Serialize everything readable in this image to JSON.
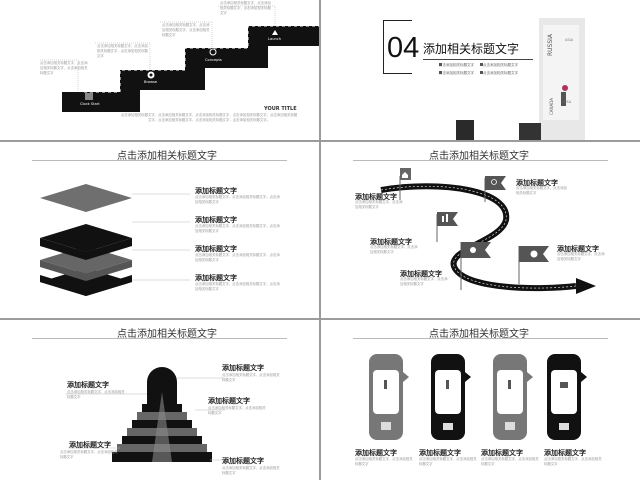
{
  "placeholder_para": "点击添加相关标题文字，点击添加相关标题文字，点击添加相关标题文字",
  "slide1": {
    "labels": [
      "Clock Start",
      "Browse",
      "Concepts",
      "Launch"
    ],
    "your_title": "YOUR TITLE",
    "body": "点击添加相关标题文字，点击添加相关标题文字，点击添加相关标题文字，点击添加相关标题文字，点击添加相关标题文字，点击添加相关标题文字，点击添加相关标题文字，点击添加相关标题文字。"
  },
  "slide2": {
    "number": "04",
    "title": "添加相关标题文字",
    "items": [
      "点击添加相关标题文字",
      "点击添加相关标题文字",
      "点击添加相关标题文字",
      "点击添加相关标题文字"
    ],
    "poster_words": [
      "RUSSIA",
      "CANADA",
      "USA",
      "ASIA"
    ]
  },
  "slide3": {
    "title": "点击添加相关标题文字",
    "items": [
      {
        "heading": "添加标题文字",
        "text": "点击添加相关标题文字，点击添加相关标题文字，点击添加相关标题文字"
      },
      {
        "heading": "添加标题文字",
        "text": "点击添加相关标题文字，点击添加相关标题文字，点击添加相关标题文字"
      },
      {
        "heading": "添加标题文字",
        "text": "点击添加相关标题文字，点击添加相关标题文字，点击添加相关标题文字"
      },
      {
        "heading": "添加标题文字",
        "text": "点击添加相关标题文字，点击添加相关标题文字，点击添加相关标题文字"
      }
    ]
  },
  "slide4": {
    "title": "点击添加相关标题文字",
    "items": [
      {
        "heading": "添加标题文字",
        "text": "点击添加相关标题文字，点击添加相关标题文字"
      },
      {
        "heading": "添加标题文字",
        "text": "点击添加相关标题文字，点击添加相关标题文字"
      },
      {
        "heading": "添加标题文字",
        "text": "点击添加相关标题文字，点击添加相关标题文字"
      },
      {
        "heading": "添加标题文字",
        "text": "点击添加相关标题文字，点击添加相关标题文字"
      },
      {
        "heading": "添加标题文字",
        "text": "点击添加相关标题文字，点击添加相关标题文字"
      }
    ]
  },
  "slide5": {
    "title": "点击添加相关标题文字",
    "items": [
      {
        "heading": "添加标题文字",
        "text": "点击添加相关标题文字，点击添加相关标题文字"
      },
      {
        "heading": "添加标题文字",
        "text": "点击添加相关标题文字，点击添加相关标题文字"
      },
      {
        "heading": "添加标题文字",
        "text": "点击添加相关标题文字，点击添加相关标题文字"
      },
      {
        "heading": "添加标题文字",
        "text": "点击添加相关标题文字，点击添加相关标题文字"
      },
      {
        "heading": "添加标题文字",
        "text": "点击添加相关标题文字，点击添加相关标题文字"
      }
    ]
  },
  "slide6": {
    "title": "点击添加相关标题文字",
    "items": [
      {
        "heading": "添加标题文字",
        "text": "点击添加相关标题文字，点击添加相关标题文字"
      },
      {
        "heading": "添加标题文字",
        "text": "点击添加相关标题文字，点击添加相关标题文字"
      },
      {
        "heading": "添加标题文字",
        "text": "点击添加相关标题文字，点击添加相关标题文字"
      },
      {
        "heading": "添加标题文字",
        "text": "点击添加相关标题文字，点击添加相关标题文字"
      }
    ]
  },
  "colors": {
    "dark": "#111111",
    "gray": "#6f6f6f",
    "mid": "#8a8a8a",
    "accent": "#222222"
  }
}
